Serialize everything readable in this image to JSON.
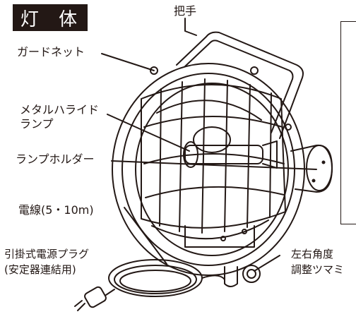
{
  "title": "灯 体",
  "labels": {
    "handle": "把手",
    "guard_net": "ガードネット",
    "metal_halide_1": "メタルハライド",
    "metal_halide_2": "ランプ",
    "lamp_holder": "ランプホルダー",
    "wire": "電線(5・10m)",
    "plug_1": "引掛式電源プラグ",
    "plug_2": "(安定器連結用)",
    "angle_1": "左右角度",
    "angle_2": "調整ツマミ"
  },
  "colors": {
    "ink": "#231815",
    "paper": "#ffffff"
  }
}
